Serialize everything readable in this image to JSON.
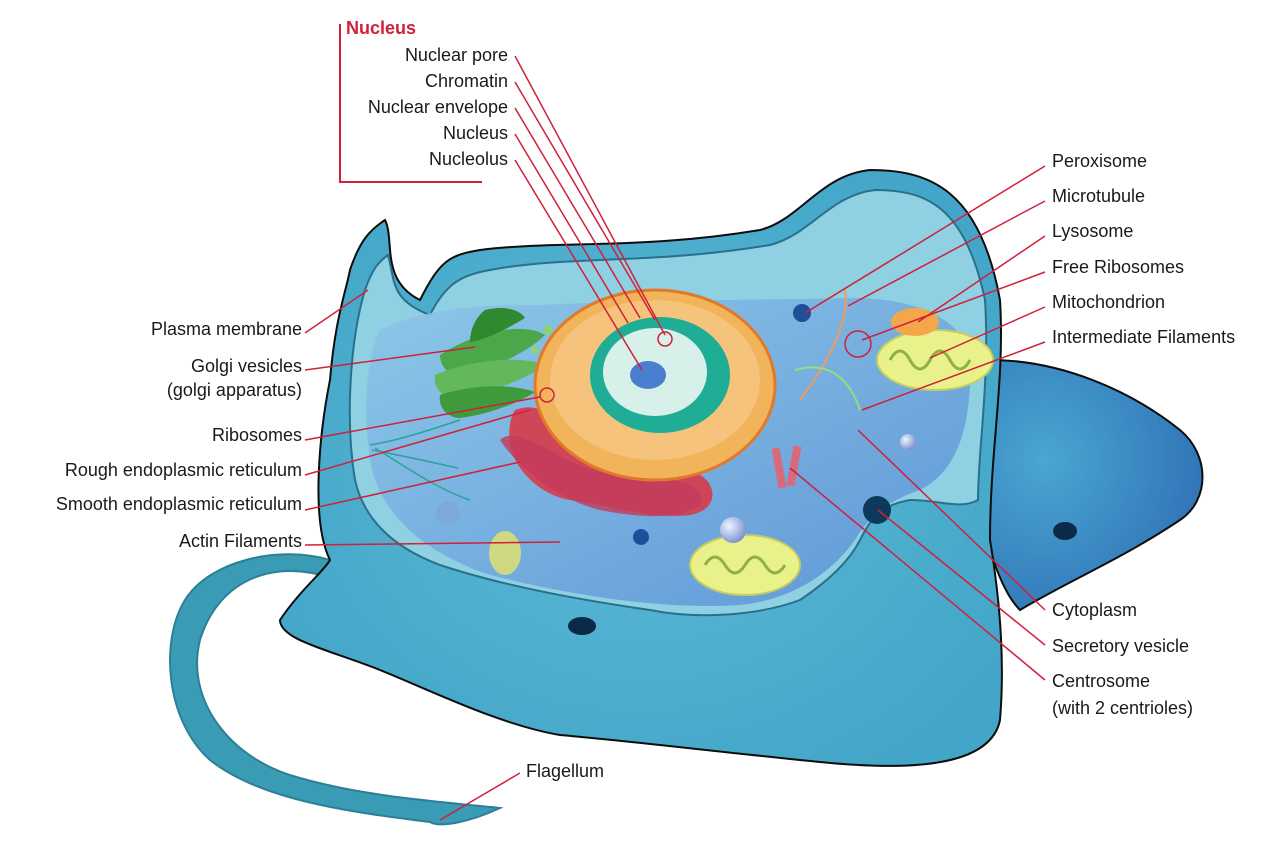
{
  "nucleus_group": {
    "title": "Nucleus",
    "items": [
      "Nuclear pore",
      "Chromatin",
      "Nuclear envelope",
      "Nucleus",
      "Nucleolus"
    ]
  },
  "left_labels": {
    "plasma_membrane": "Plasma membrane",
    "golgi_1": "Golgi vesicles",
    "golgi_2": "(golgi apparatus)",
    "ribosomes": "Ribosomes",
    "rough_er": "Rough endoplasmic reticulum",
    "smooth_er": "Smooth endoplasmic reticulum",
    "actin": "Actin Filaments"
  },
  "right_labels": {
    "peroxisome": "Peroxisome",
    "microtubule": "Microtubule",
    "lysosome": "Lysosome",
    "free_ribosomes": "Free Ribosomes",
    "mitochondrion": "Mitochondrion",
    "intermediate": "Intermediate Filaments",
    "cytoplasm": "Cytoplasm",
    "secretory": "Secretory vesicle",
    "centrosome_1": "Centrosome",
    "centrosome_2": "(with 2 centrioles)"
  },
  "bottom_labels": {
    "flagellum": "Flagellum"
  },
  "colors": {
    "leader": "#d0203a",
    "cell_outer": "#4fb0cf",
    "cell_inner": "#86c8e0",
    "cytoplasm": "#6aa6da",
    "nucleus_envelope": "#f2b45a",
    "nucleoplasm": "#1fae95",
    "flagellum": "#3a9bb5"
  }
}
